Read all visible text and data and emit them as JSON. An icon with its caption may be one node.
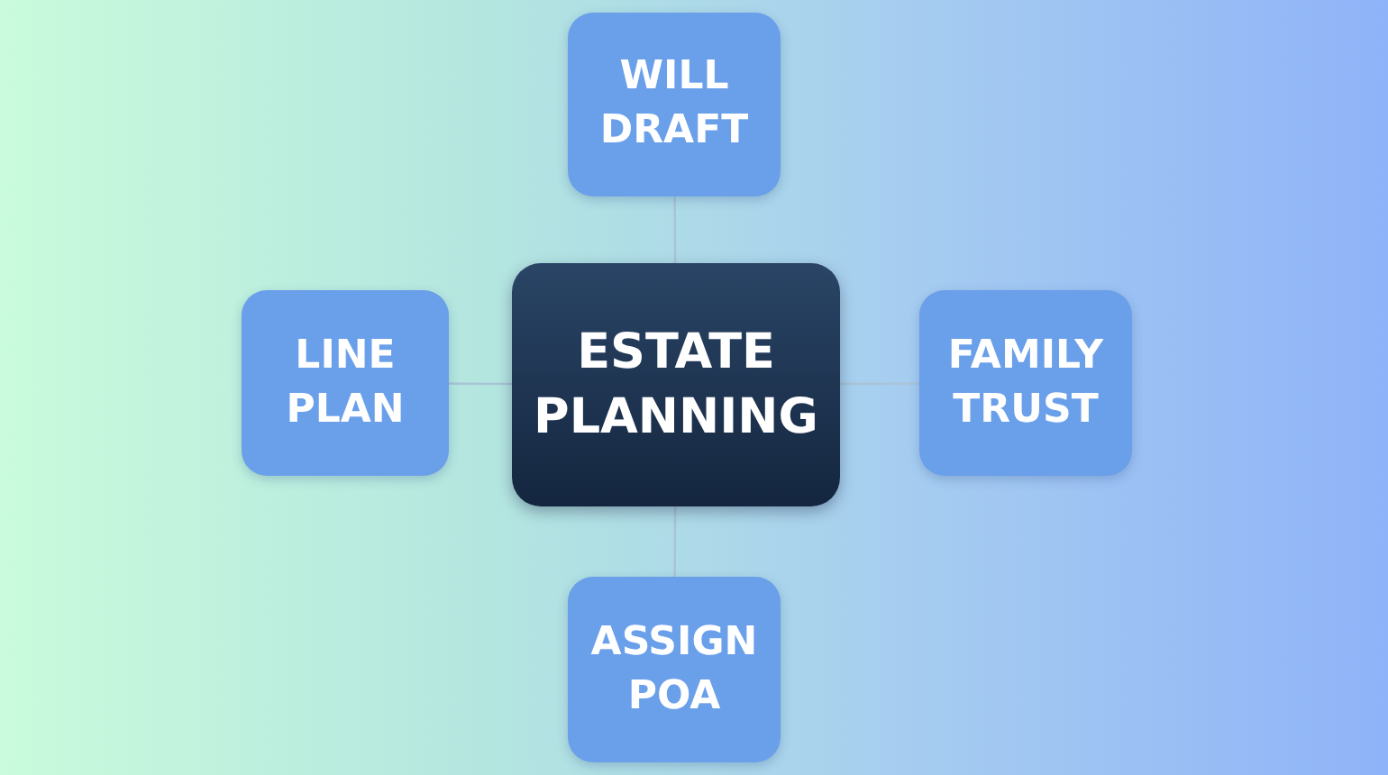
{
  "diagram": {
    "nodes": [
      {
        "text": [
          "ESTATE PLANNING"
        ]
      },
      {
        "text": [
          "WILL DRAFT"
        ]
      },
      {
        "text": [
          "LINE PLAN"
        ]
      },
      {
        "text": [
          "FAMILY TRUST"
        ]
      },
      {
        "text": [
          "ASSIGN POA"
        ]
      }
    ],
    "edges": [
      {
        "from": 0,
        "to": 1,
        "arrow": "none"
      },
      {
        "from": 0,
        "to": 2,
        "arrow": "none"
      },
      {
        "from": 0,
        "to": 3,
        "arrow": "none"
      },
      {
        "from": 0,
        "to": 4,
        "arrow": "none"
      }
    ]
  }
}
